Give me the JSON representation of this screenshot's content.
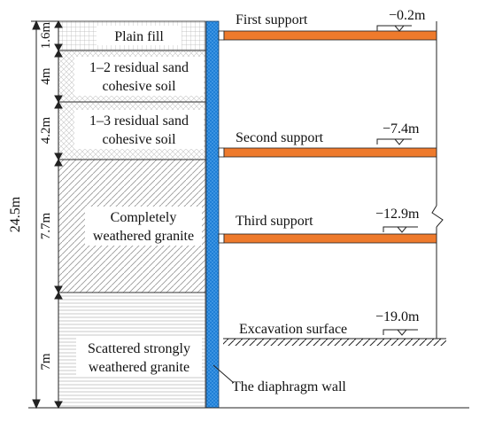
{
  "total_depth": {
    "label": "24.5m"
  },
  "layers": [
    {
      "name": "Plain fill",
      "thickness_label": "1.6m",
      "pattern": "grid"
    },
    {
      "name": "1–2 residual sand cohesive soil",
      "line1": "1–2 residual sand",
      "line2": "cohesive soil",
      "thickness_label": "4m",
      "pattern": "hatch"
    },
    {
      "name": "1–3 residual sand cohesive soil",
      "line1": "1–3 residual sand",
      "line2": "cohesive soil",
      "thickness_label": "4.2m",
      "pattern": "hatch"
    },
    {
      "name": "Completely weathered granite",
      "line1": "Completely",
      "line2": "weathered granite",
      "thickness_label": "7.7m",
      "pattern": "diagonal"
    },
    {
      "name": "Scattered strongly weathered granite",
      "line1": "Scattered strongly",
      "line2": "weathered granite",
      "thickness_label": "7m",
      "pattern": "horizontal"
    }
  ],
  "supports": [
    {
      "label": "First support",
      "elevation": "−0.2m"
    },
    {
      "label": "Second support",
      "elevation": "−7.4m"
    },
    {
      "label": "Third support",
      "elevation": "−12.9m"
    }
  ],
  "excavation": {
    "label": "Excavation surface",
    "elevation": "−19.0m"
  },
  "wall": {
    "label": "The diaphragm wall"
  },
  "colors": {
    "wall": "#1f7fd6",
    "strut": "#ee7a2c",
    "line": "#222222",
    "pattern": "#a8a8a8"
  }
}
